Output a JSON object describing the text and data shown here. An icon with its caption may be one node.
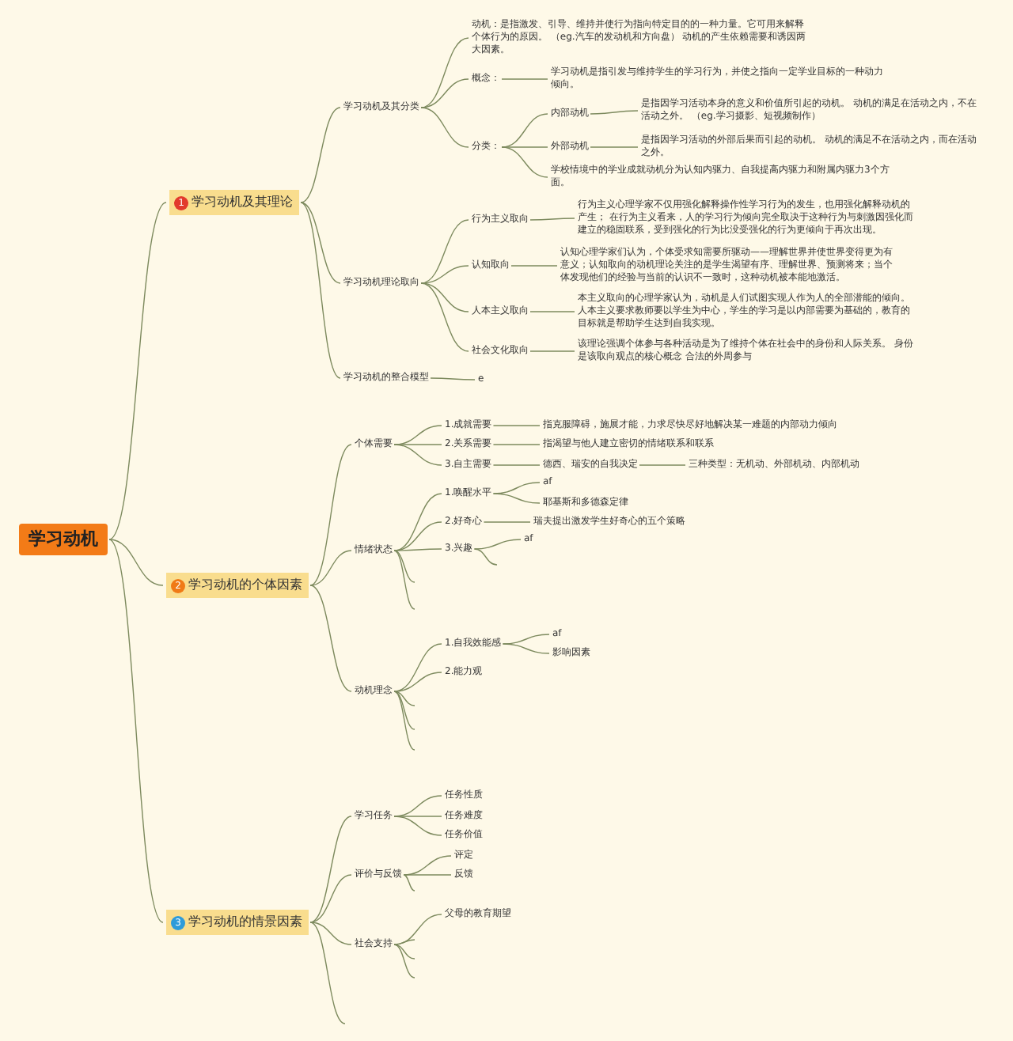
{
  "diagram": {
    "nodes": [
      {
        "text": [
          "学习动机"
        ]
      },
      {
        "text": [
          "1",
          "学习动机及其理论"
        ]
      },
      {
        "text": [
          "2",
          "学习动机的个体因素"
        ]
      },
      {
        "text": [
          "3",
          "学习动机的情景因素"
        ]
      },
      {
        "text": [
          "学习动机及其分类"
        ]
      },
      {
        "text": [
          "动机：是指激发、引导、维持并使行为指向特定目的的一种力量。它可用来解释个体行为的原因。 （eg.汽车的发动机和方向盘） 动机的产生依赖需要和诱因两大因素。"
        ]
      },
      {
        "text": [
          "概念："
        ]
      },
      {
        "text": [
          "学习动机是指引发与维持学生的学习行为，并使之指向一定学业目标的一种动力倾向。"
        ]
      },
      {
        "text": [
          "分类："
        ]
      },
      {
        "text": [
          "内部动机"
        ]
      },
      {
        "text": [
          "是指因学习活动本身的意义和价值所引起的动机。 动机的满足在活动之内，不在活动之外。 （eg.学习摄影、短视频制作）"
        ]
      },
      {
        "text": [
          "外部动机"
        ]
      },
      {
        "text": [
          "是指因学习活动的外部后果而引起的动机。 动机的满足不在活动之内，而在活动之外。"
        ]
      },
      {
        "text": [
          "学校情境中的学业成就动机分为认知内驱力、自我提高内驱力和附属内驱力3个方面。"
        ]
      },
      {
        "text": [
          "学习动机理论取向"
        ]
      },
      {
        "text": [
          "行为主义取向"
        ]
      },
      {
        "text": [
          "行为主义心理学家不仅用强化解释操作性学习行为的发生，也用强化解释动机的产生； 在行为主义看来，人的学习行为倾向完全取决于这种行为与刺激因强化而建立的稳固联系，受到强化的行为比没受强化的行为更倾向于再次出现。"
        ]
      },
      {
        "text": [
          "认知取向"
        ]
      },
      {
        "text": [
          "认知心理学家们认为，个体受求知需要所驱动——理解世界并使世界变得更为有意义；认知取向的动机理论关注的是学生渴望有序、理解世界、预测将来；当个体发现他们的经验与当前的认识不一致时，这种动机被本能地激活。"
        ]
      },
      {
        "text": [
          "人本主义取向"
        ]
      },
      {
        "text": [
          "本主义取向的心理学家认为，动机是人们试图实现人作为人的全部潜能的倾向。人本主义要求教师要以学生为中心，学生的学习是以内部需要为基础的，教育的目标就是帮助学生达到自我实现。"
        ]
      },
      {
        "text": [
          "社会文化取向"
        ]
      },
      {
        "text": [
          "该理论强调个体参与各种活动是为了维持个体在社会中的身份和人际关系。 身份是该取向观点的核心概念 合法的外周参与"
        ]
      },
      {
        "text": [
          "学习动机的整合模型"
        ]
      },
      {
        "text": [
          "e"
        ]
      },
      {
        "text": [
          "个体需要"
        ]
      },
      {
        "text": [
          "1.成就需要"
        ]
      },
      {
        "text": [
          "指克服障碍，施展才能，力求尽快尽好地解决某一难题的内部动力倾向"
        ]
      },
      {
        "text": [
          "2.关系需要"
        ]
      },
      {
        "text": [
          "指渴望与他人建立密切的情绪联系和联系"
        ]
      },
      {
        "text": [
          "3.自主需要"
        ]
      },
      {
        "text": [
          "德西、瑞安的自我决定"
        ]
      },
      {
        "text": [
          "三种类型：无机动、外部机动、内部机动"
        ]
      },
      {
        "text": [
          "情绪状态"
        ]
      },
      {
        "text": [
          "1.唤醒水平"
        ]
      },
      {
        "text": [
          "af"
        ]
      },
      {
        "text": [
          "耶基斯和多德森定律"
        ]
      },
      {
        "text": [
          "2.好奇心"
        ]
      },
      {
        "text": [
          "瑞夫提出激发学生好奇心的五个策略"
        ]
      },
      {
        "text": [
          "3.兴趣"
        ]
      },
      {
        "text": [
          "af"
        ]
      },
      {
        "text": [
          "动机理念"
        ]
      },
      {
        "text": [
          "1.自我效能感"
        ]
      },
      {
        "text": [
          "af"
        ]
      },
      {
        "text": [
          "影响因素"
        ]
      },
      {
        "text": [
          "2.能力观"
        ]
      },
      {
        "text": [
          "学习任务"
        ]
      },
      {
        "text": [
          "任务性质"
        ]
      },
      {
        "text": [
          "任务难度"
        ]
      },
      {
        "text": [
          "任务价值"
        ]
      },
      {
        "text": [
          "评价与反馈"
        ]
      },
      {
        "text": [
          "评定"
        ]
      },
      {
        "text": [
          "反馈"
        ]
      },
      {
        "text": [
          "社会支持"
        ]
      },
      {
        "text": [
          "父母的教育期望"
        ]
      }
    ],
    "edges": [
      {
        "from": 0,
        "to": 1,
        "arrow": "none"
      },
      {
        "from": 0,
        "to": 2,
        "arrow": "none"
      },
      {
        "from": 0,
        "to": 3,
        "arrow": "none"
      },
      {
        "from": 1,
        "to": 4,
        "arrow": "none"
      },
      {
        "from": 1,
        "to": 14,
        "arrow": "none"
      },
      {
        "from": 1,
        "to": 23,
        "arrow": "none"
      },
      {
        "from": 4,
        "to": 5,
        "arrow": "none"
      },
      {
        "from": 4,
        "to": 6,
        "arrow": "none"
      },
      {
        "from": 4,
        "to": 8,
        "arrow": "none"
      },
      {
        "from": 6,
        "to": 7,
        "arrow": "none"
      },
      {
        "from": 8,
        "to": 9,
        "arrow": "none"
      },
      {
        "from": 8,
        "to": 11,
        "arrow": "none"
      },
      {
        "from": 8,
        "to": 13,
        "arrow": "none"
      },
      {
        "from": 9,
        "to": 10,
        "arrow": "none"
      },
      {
        "from": 11,
        "to": 12,
        "arrow": "none"
      },
      {
        "from": 14,
        "to": 15,
        "arrow": "none"
      },
      {
        "from": 14,
        "to": 17,
        "arrow": "none"
      },
      {
        "from": 14,
        "to": 19,
        "arrow": "none"
      },
      {
        "from": 14,
        "to": 21,
        "arrow": "none"
      },
      {
        "from": 15,
        "to": 16,
        "arrow": "none"
      },
      {
        "from": 17,
        "to": 18,
        "arrow": "none"
      },
      {
        "from": 19,
        "to": 20,
        "arrow": "none"
      },
      {
        "from": 21,
        "to": 22,
        "arrow": "none"
      },
      {
        "from": 23,
        "to": 24,
        "arrow": "none"
      },
      {
        "from": 2,
        "to": 25,
        "arrow": "none"
      },
      {
        "from": 2,
        "to": 33,
        "arrow": "none"
      },
      {
        "from": 2,
        "to": 41,
        "arrow": "none"
      },
      {
        "from": 25,
        "to": 26,
        "arrow": "none"
      },
      {
        "from": 25,
        "to": 28,
        "arrow": "none"
      },
      {
        "from": 25,
        "to": 30,
        "arrow": "none"
      },
      {
        "from": 26,
        "to": 27,
        "arrow": "none"
      },
      {
        "from": 28,
        "to": 29,
        "arrow": "none"
      },
      {
        "from": 30,
        "to": 31,
        "arrow": "none"
      },
      {
        "from": 31,
        "to": 32,
        "arrow": "none"
      },
      {
        "from": 33,
        "to": 34,
        "arrow": "none"
      },
      {
        "from": 33,
        "to": 37,
        "arrow": "none"
      },
      {
        "from": 33,
        "to": 39,
        "arrow": "none"
      },
      {
        "from": 33,
        "to": null,
        "arrow": "none"
      },
      {
        "from": 33,
        "to": null,
        "arrow": "none"
      },
      {
        "from": 34,
        "to": 35,
        "arrow": "none"
      },
      {
        "from": 34,
        "to": 36,
        "arrow": "none"
      },
      {
        "from": 37,
        "to": 38,
        "arrow": "none"
      },
      {
        "from": 39,
        "to": 40,
        "arrow": "none"
      },
      {
        "from": 39,
        "to": null,
        "arrow": "none"
      },
      {
        "from": 41,
        "to": 42,
        "arrow": "none"
      },
      {
        "from": 41,
        "to": 45,
        "arrow": "none"
      },
      {
        "from": 41,
        "to": null,
        "arrow": "none"
      },
      {
        "from": 41,
        "to": null,
        "arrow": "none"
      },
      {
        "from": 41,
        "to": null,
        "arrow": "none"
      },
      {
        "from": 42,
        "to": 43,
        "arrow": "none"
      },
      {
        "from": 42,
        "to": 44,
        "arrow": "none"
      },
      {
        "from": 3,
        "to": 46,
        "arrow": "none"
      },
      {
        "from": 3,
        "to": 50,
        "arrow": "none"
      },
      {
        "from": 3,
        "to": 53,
        "arrow": "none"
      },
      {
        "from": 3,
        "to": null,
        "arrow": "none"
      },
      {
        "from": 46,
        "to": 47,
        "arrow": "none"
      },
      {
        "from": 46,
        "to": 48,
        "arrow": "none"
      },
      {
        "from": 46,
        "to": 49,
        "arrow": "none"
      },
      {
        "from": 50,
        "to": 51,
        "arrow": "none"
      },
      {
        "from": 50,
        "to": 52,
        "arrow": "none"
      },
      {
        "from": 50,
        "to": null,
        "arrow": "none"
      },
      {
        "from": 53,
        "to": 54,
        "arrow": "none"
      },
      {
        "from": 53,
        "to": null,
        "arrow": "none"
      },
      {
        "from": 53,
        "to": null,
        "arrow": "none"
      },
      {
        "from": 53,
        "to": null,
        "arrow": "none"
      }
    ]
  }
}
